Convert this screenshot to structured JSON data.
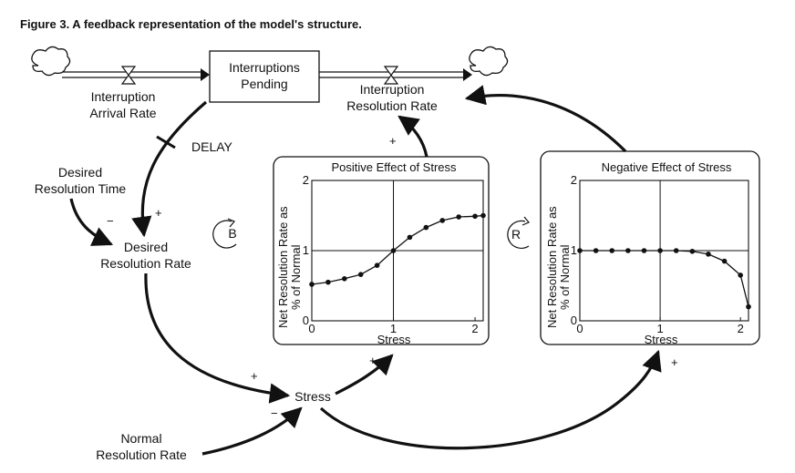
{
  "figure_title": "Figure 3. A feedback representation of the model's structure.",
  "stocks": {
    "interruptions_pending": [
      "Interruptions",
      "Pending"
    ]
  },
  "variables": {
    "interruption_arrival_rate": [
      "Interruption",
      "Arrival Rate"
    ],
    "interruption_resolution_rate": [
      "Interruption",
      "Resolution Rate"
    ],
    "desired_resolution_time": [
      "Desired",
      "Resolution Time"
    ],
    "desired_resolution_rate": [
      "Desired",
      "Resolution Rate"
    ],
    "stress": "Stress",
    "normal_resolution_rate": [
      "Normal",
      "Resolution Rate"
    ]
  },
  "delay_label": "DELAY",
  "loops": {
    "balancing": "B",
    "reinforcing": "R"
  },
  "link_signs": {
    "time_to_desired_rate": "−",
    "pending_to_desired_rate": "+",
    "desired_rate_to_stress": "+",
    "normal_rate_to_stress": "−",
    "stress_to_positive_effect": "+",
    "stress_to_negative_effect": "+",
    "positive_effect_to_resolution": "+"
  },
  "chart_data": [
    {
      "type": "line",
      "title": "Positive Effect of Stress",
      "xlabel": "Stress",
      "ylabel": [
        "Net Resolution Rate as",
        "% of Normal"
      ],
      "xlim": [
        0,
        2.1
      ],
      "ylim": [
        0,
        2
      ],
      "xticks": [
        "0",
        "1",
        "2"
      ],
      "yticks": [
        "0",
        "1",
        "2"
      ],
      "x": [
        0,
        0.2,
        0.4,
        0.6,
        0.8,
        1.0,
        1.2,
        1.4,
        1.6,
        1.8,
        2.0,
        2.1
      ],
      "y": [
        0.52,
        0.55,
        0.6,
        0.66,
        0.79,
        1.0,
        1.19,
        1.33,
        1.43,
        1.48,
        1.49,
        1.5
      ]
    },
    {
      "type": "line",
      "title": "Negative Effect of Stress",
      "xlabel": "Stress",
      "ylabel": [
        "Net Resolution Rate as",
        "% of Normal"
      ],
      "xlim": [
        0,
        2.1
      ],
      "ylim": [
        0,
        2
      ],
      "xticks": [
        "0",
        "1",
        "2"
      ],
      "yticks": [
        "0",
        "1",
        "2"
      ],
      "x": [
        0,
        0.2,
        0.4,
        0.6,
        0.8,
        1.0,
        1.2,
        1.4,
        1.6,
        1.8,
        2.0,
        2.1
      ],
      "y": [
        1.0,
        1.0,
        1.0,
        1.0,
        1.0,
        1.0,
        1.0,
        0.99,
        0.95,
        0.85,
        0.65,
        0.2
      ]
    }
  ]
}
